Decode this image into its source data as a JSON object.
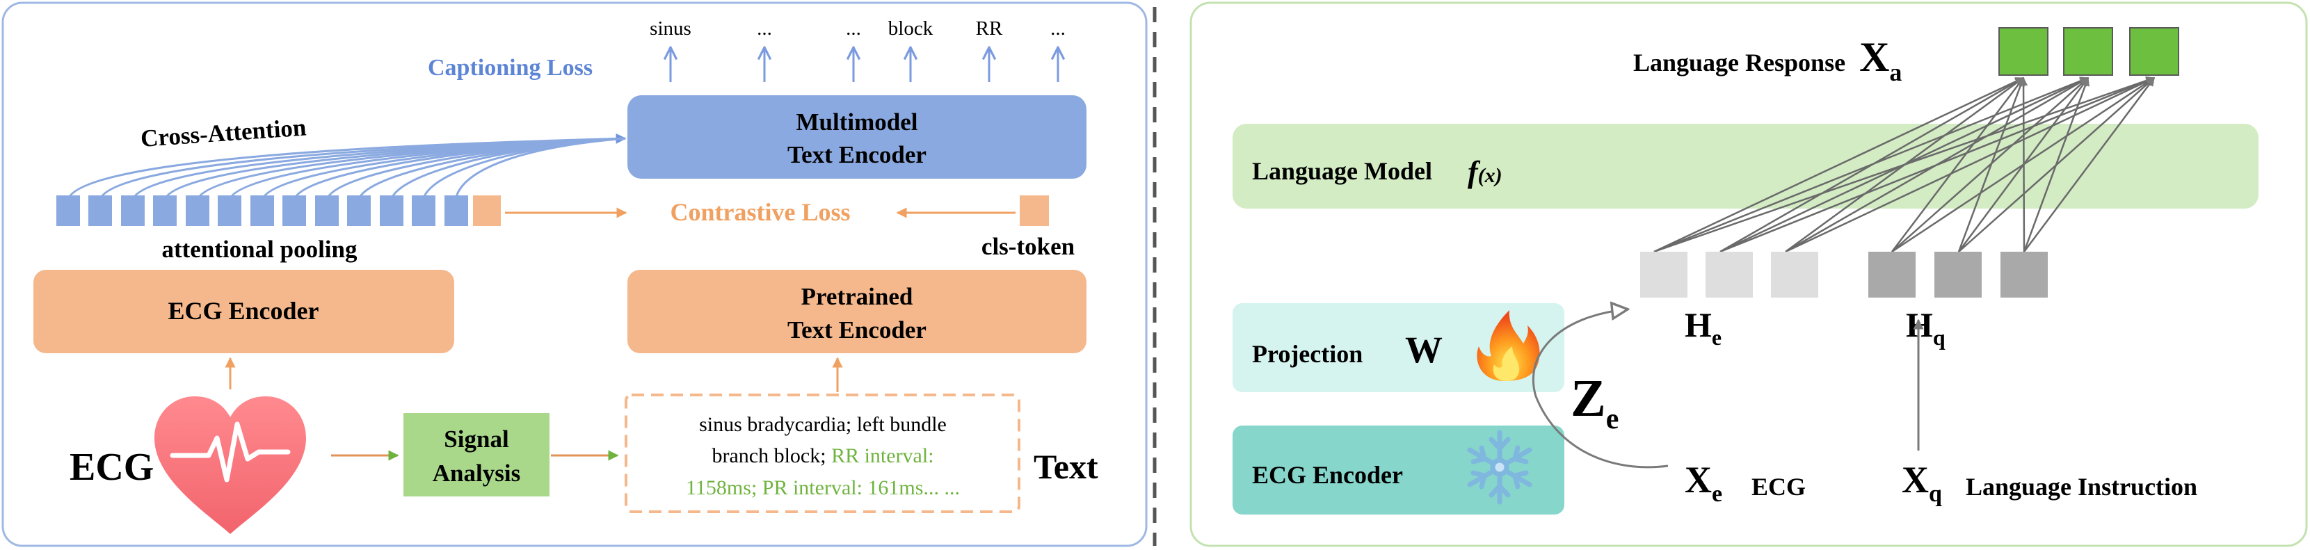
{
  "left_panel": {
    "outputs": [
      "sinus",
      "...",
      "...",
      "block",
      "RR",
      "..."
    ],
    "captioning_loss": "Captioning Loss",
    "multimodel_encoder": [
      "Multimodel",
      "Text Encoder"
    ],
    "cross_attention": "Cross-Attention",
    "contrastive_loss": "Contrastive Loss",
    "attentional_pooling": "attentional pooling",
    "cls_token": "cls-token",
    "ecg_encoder": "ECG Encoder",
    "pretrained_encoder": [
      "Pretrained",
      "Text Encoder"
    ],
    "ecg_label": "ECG",
    "signal_analysis": [
      "Signal",
      "Analysis"
    ],
    "report_black_1": "sinus bradycardia; left bundle",
    "report_black_2": "branch block;",
    "report_green_2": "RR interval:",
    "report_green_3": "1158ms; PR interval: 161ms... ...",
    "text_label": "Text"
  },
  "right_panel": {
    "language_response": "Language Response",
    "xa": {
      "base": "X",
      "sub": "a"
    },
    "language_model": "Language Model",
    "f_of_x": {
      "base": "f",
      "arg": "(x)"
    },
    "he": {
      "base": "H",
      "sub": "e"
    },
    "hq": {
      "base": "H",
      "sub": "q"
    },
    "projection": "Projection",
    "w": "W",
    "ze": {
      "base": "Z",
      "sub": "e"
    },
    "ecg_encoder": "ECG Encoder",
    "xe": {
      "base": "X",
      "sub": "e"
    },
    "ecg": "ECG",
    "xq": {
      "base": "X",
      "sub": "q"
    },
    "language_instruction": "Language Instruction"
  },
  "colors": {
    "blue": "#8aa9e0",
    "orange": "#f5b88c",
    "green_box": "#a9d88b",
    "teal": "#86d6cc",
    "light_teal": "#d5f3ef",
    "lm_green": "#d3ecc4",
    "response_green": "#6cbf3f",
    "grey_token": "#a9a9a9",
    "light_grey_token": "#dedede",
    "report_green": "#6fb33f",
    "contrastive_text": "#f0a060",
    "captioning_text": "#5d85d5"
  }
}
